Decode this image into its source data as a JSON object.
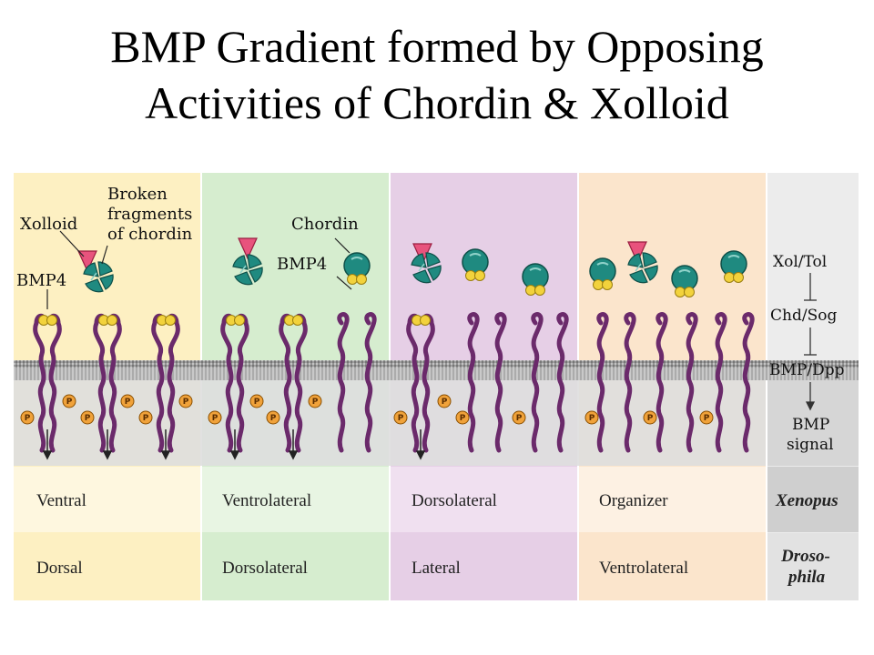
{
  "title": {
    "line1": "BMP Gradient formed by Opposing",
    "line2": "Activities of Chordin & Xolloid"
  },
  "labels": {
    "xolloid": "Xolloid",
    "broken1": "Broken",
    "broken2": "fragments",
    "broken3": "of chordin",
    "bmp4_a": "BMP4",
    "chordin": "Chordin",
    "bmp4_b": "BMP4"
  },
  "phosphate": "P",
  "pathway": {
    "step1": "Xol/Tol",
    "step2": "Chd/Sog",
    "step3": "BMP/Dpp",
    "step4a": "BMP",
    "step4b": "signal"
  },
  "rows": {
    "xenopus": "Xenopus",
    "drosophila1": "Droso-",
    "drosophila2": "phila"
  },
  "regions": [
    {
      "xenopus": "Ventral",
      "drosophila": "Dorsal"
    },
    {
      "xenopus": "Ventrolateral",
      "drosophila": "Dorsolateral"
    },
    {
      "xenopus": "Dorsolateral",
      "drosophila": "Lateral"
    },
    {
      "xenopus": "Organizer",
      "drosophila": "Ventrolateral"
    }
  ],
  "colors": {
    "panel_ventral": "#fdf0c2",
    "panel_ventrolateral": "#d6edcf",
    "panel_dorsolateral": "#e6cfe6",
    "panel_organizer": "#fbe5cc",
    "panel_key": "#ececec",
    "receptor": "#6b2a6b",
    "bmp": "#f2d23c",
    "chordin": "#1f8a80",
    "xolloid": "#e8537d",
    "phosphate": "#f0a23a"
  }
}
